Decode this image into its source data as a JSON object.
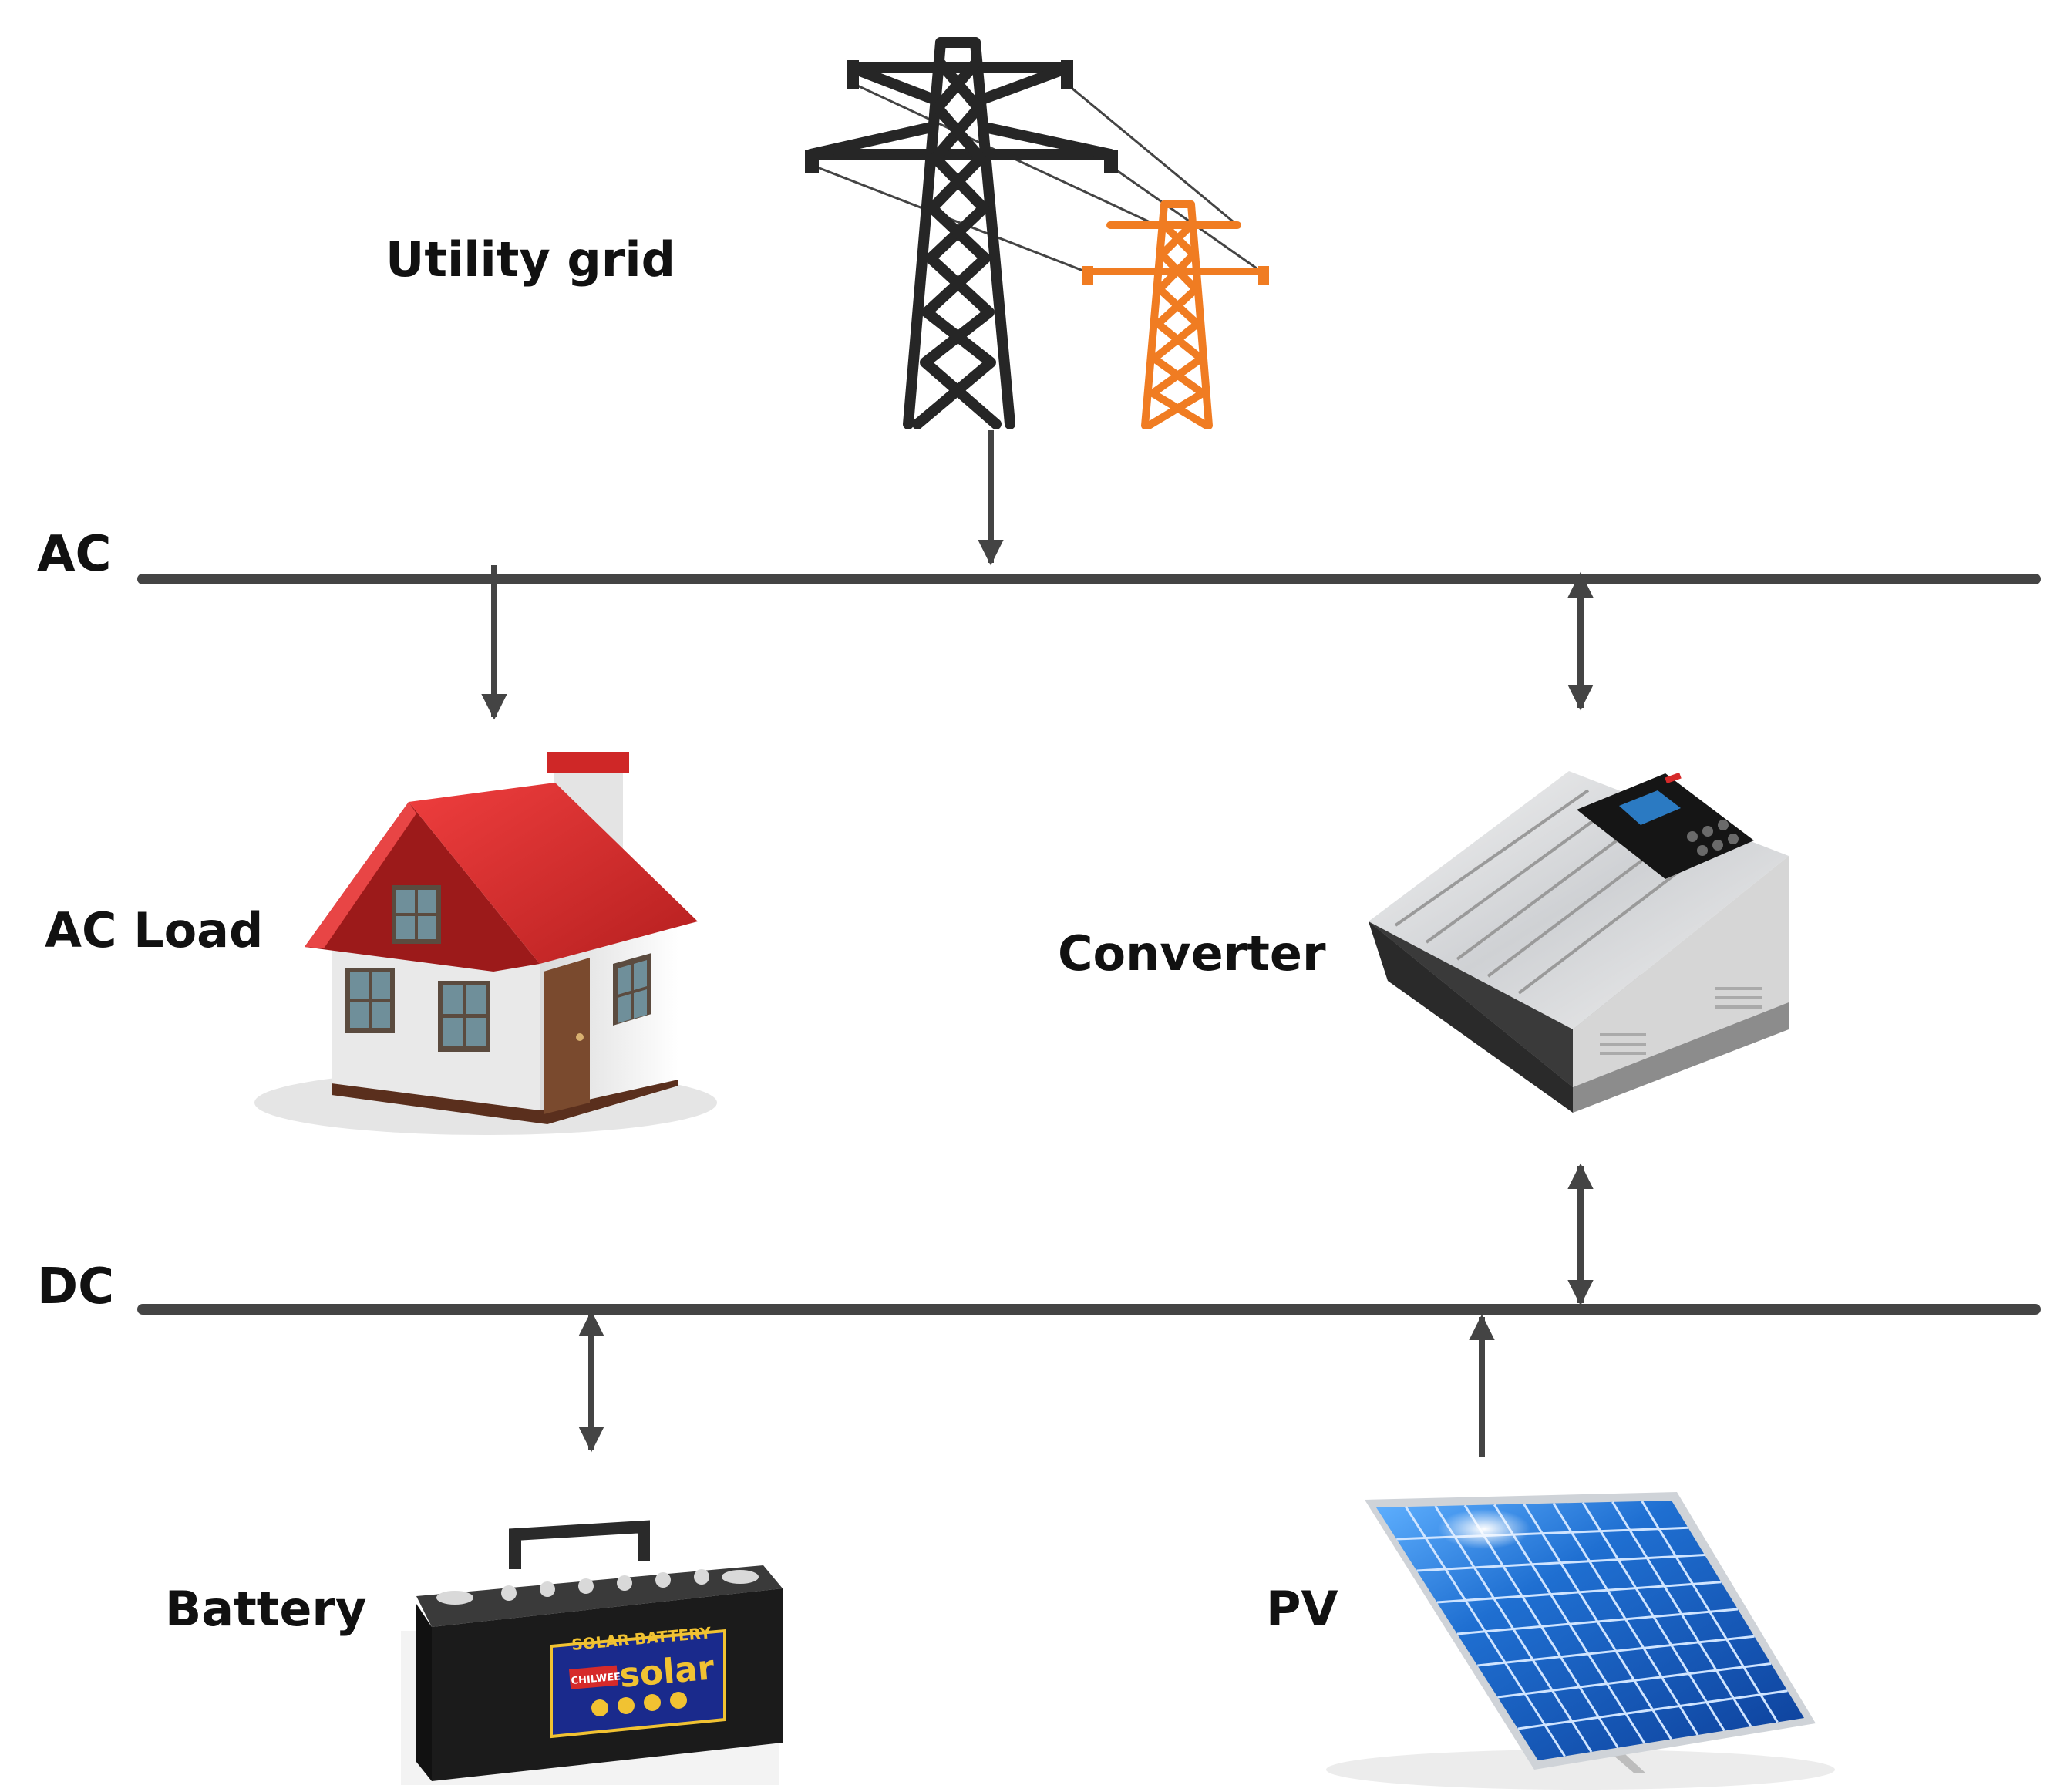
{
  "labels": {
    "utility_grid": "Utility grid",
    "ac_bus": "AC",
    "ac_load": "AC Load",
    "converter": "Converter",
    "dc_bus": "DC",
    "battery": "Battery",
    "pv": "PV"
  },
  "battery_panel": {
    "title": "SOLAR BATTERY",
    "brand_badge": "CHILWEE",
    "brand": "solar"
  },
  "colors": {
    "line": "#444444",
    "tower_dark": "#262626",
    "tower_orange": "#f07c22",
    "roof_red": "#d92b2b",
    "pv_blue": "#1f6fd1",
    "battery_body": "#1b1b1b",
    "battery_label": "#1a2a8c"
  },
  "icons": {
    "grid": "transmission-tower-icon",
    "load": "house-icon",
    "converter": "inverter-icon",
    "battery": "battery-icon",
    "pv": "solar-panel-icon"
  }
}
